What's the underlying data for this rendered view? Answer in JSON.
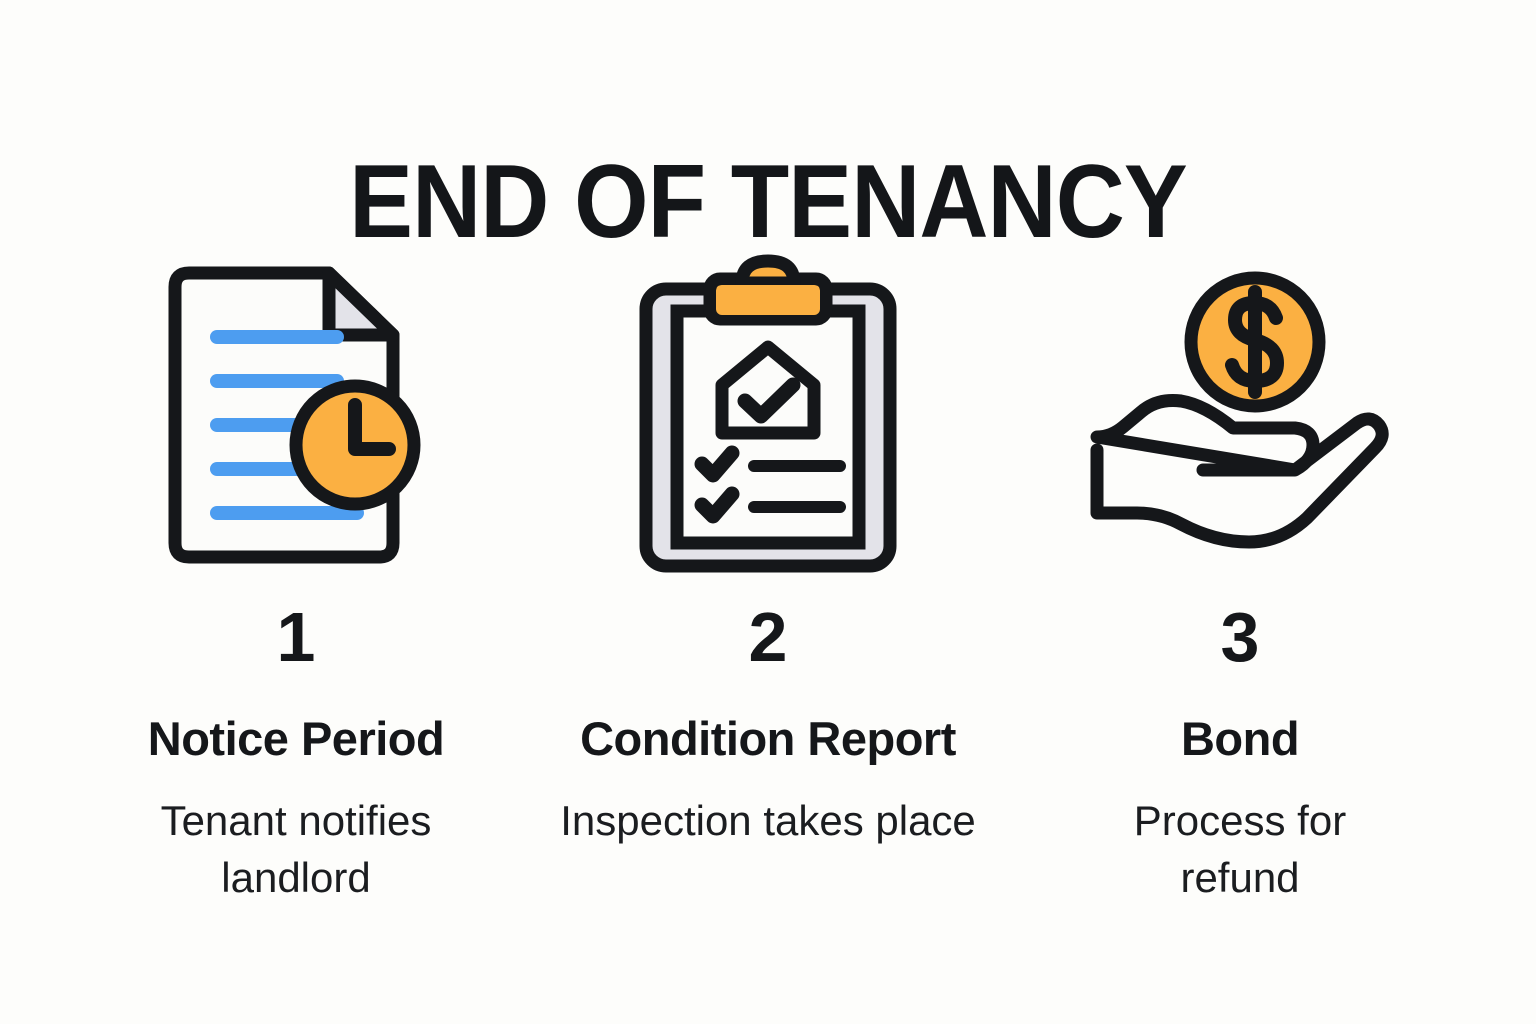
{
  "title": "END OF TENANCY",
  "colors": {
    "background": "#fdfdfb",
    "ink": "#15171a",
    "orange": "#fbb042",
    "blue": "#4d9df0",
    "paper_gray": "#e3e3e9",
    "paper_white": "#fcfcfa"
  },
  "steps": [
    {
      "number": "1",
      "heading": "Notice Period",
      "description": "Tenant notifies landlord",
      "icon": "document-clock-icon"
    },
    {
      "number": "2",
      "heading": "Condition Report",
      "description": "Inspection takes place",
      "icon": "clipboard-checklist-icon"
    },
    {
      "number": "3",
      "heading": "Bond",
      "description": "Process for refund",
      "icon": "hand-holding-coin-icon"
    }
  ]
}
